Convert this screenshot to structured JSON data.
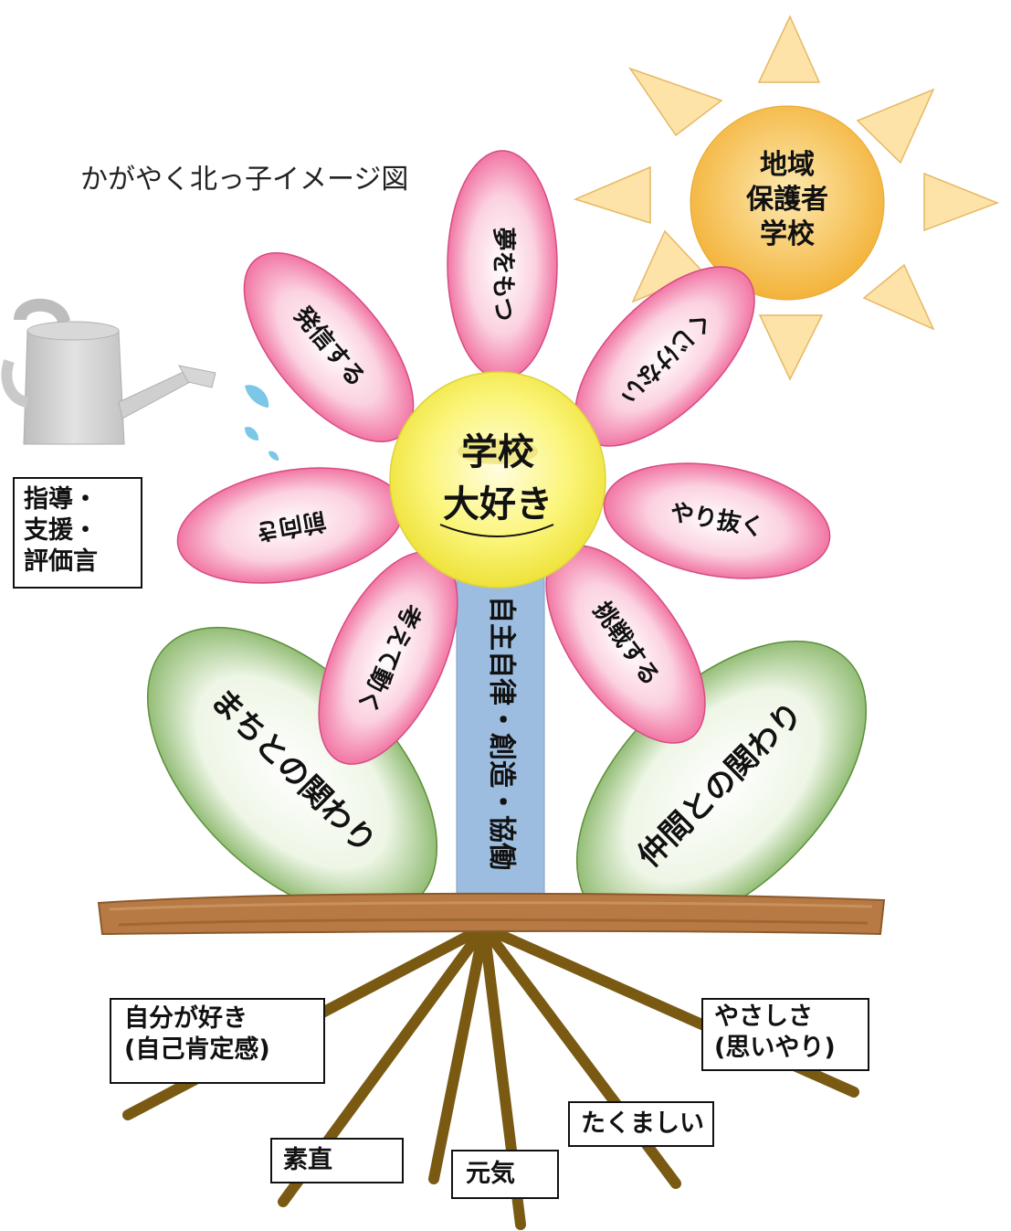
{
  "title": "かがやく北っ子イメージ図",
  "sun": {
    "lines": [
      "地域",
      "保護者",
      "学校"
    ],
    "color": "#f6b637",
    "ray_color": "#fde3a7"
  },
  "center": {
    "lines": [
      "学校",
      "大好き"
    ],
    "color": "#f8f06a"
  },
  "stem": {
    "text": "自主自律・創造・協働",
    "color": "#9dbde0"
  },
  "petals": [
    {
      "text": "夢をもつ"
    },
    {
      "text": "くじけない"
    },
    {
      "text": "やり抜く"
    },
    {
      "text": "挑戦する"
    },
    {
      "text": "考えて動く"
    },
    {
      "text": "前向き"
    },
    {
      "text": "発信する"
    }
  ],
  "leaves": {
    "left": "まちとの関わり",
    "right": "仲間との関わり",
    "color": "#7fb05a"
  },
  "left_box": {
    "text": "指導・\n支援・\n評価言"
  },
  "roots": {
    "color": "#7a5a12",
    "soil_color": "#b87a45",
    "labels": [
      {
        "text": "自分が好き\n(自己肯定感)"
      },
      {
        "text": "やさしさ\n(思いやり)"
      },
      {
        "text": "たくましい"
      },
      {
        "text": "素直"
      },
      {
        "text": "元気"
      }
    ]
  },
  "petal_color": "#f2709f",
  "watering_can_color": "#c9c9c9",
  "water_color": "#7cc6e8"
}
